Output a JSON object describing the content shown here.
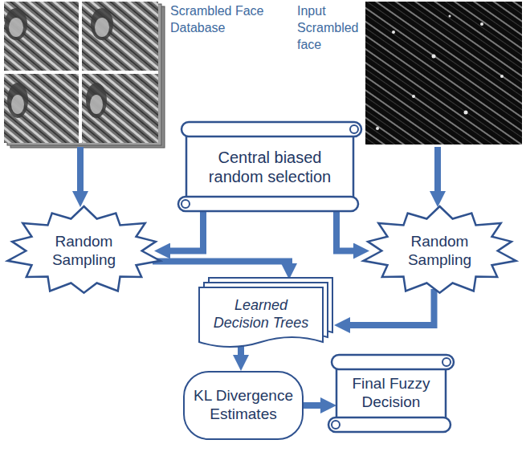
{
  "diagram": {
    "nodes": [
      {
        "text": [
          "Central biased random selection"
        ]
      },
      {
        "text": [
          "Random Sampling"
        ]
      },
      {
        "text": [
          "Random Sampling"
        ]
      },
      {
        "text": [
          "Learned Decision Trees"
        ]
      },
      {
        "text": [
          "KL Divergence Estimates"
        ]
      },
      {
        "text": [
          "Final Fuzzy Decision"
        ]
      }
    ],
    "edges": [
      {
        "from": 0,
        "to": 1,
        "arrow": "to"
      },
      {
        "from": 0,
        "to": 2,
        "arrow": "to"
      },
      {
        "from": 1,
        "to": 3,
        "arrow": "to"
      },
      {
        "from": 2,
        "to": 3,
        "arrow": "to"
      },
      {
        "from": 3,
        "to": 4,
        "arrow": "to"
      },
      {
        "from": 4,
        "to": 5,
        "arrow": "to"
      }
    ],
    "labels": [
      "Scrambled Face Database",
      "Input Scrambled face"
    ]
  }
}
